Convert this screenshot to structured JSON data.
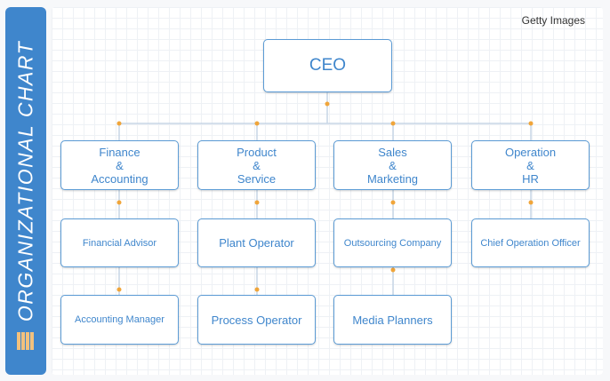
{
  "sidebar": {
    "title": "ORGANIZATIONAL CHART"
  },
  "credit": "Getty Images",
  "ceo": {
    "label": "CEO"
  },
  "departments": [
    {
      "lines": [
        "Finance",
        "&",
        "Accounting"
      ],
      "roles": [
        "Financial Advisor",
        "Accounting Manager"
      ]
    },
    {
      "lines": [
        "Product",
        "&",
        "Service"
      ],
      "roles": [
        "Plant Operator",
        "Process Operator"
      ]
    },
    {
      "lines": [
        "Sales",
        "&",
        "Marketing"
      ],
      "roles": [
        "Outsourcing Company",
        "Media Planners"
      ]
    },
    {
      "lines": [
        "Operation",
        "&",
        "HR"
      ],
      "roles": [
        "Chief Operation Officer"
      ]
    }
  ],
  "colors": {
    "accent": "#3f86cc",
    "box_border": "#5b9bd5",
    "connector": "#c7d6e6",
    "dot": "#f0a53a"
  }
}
